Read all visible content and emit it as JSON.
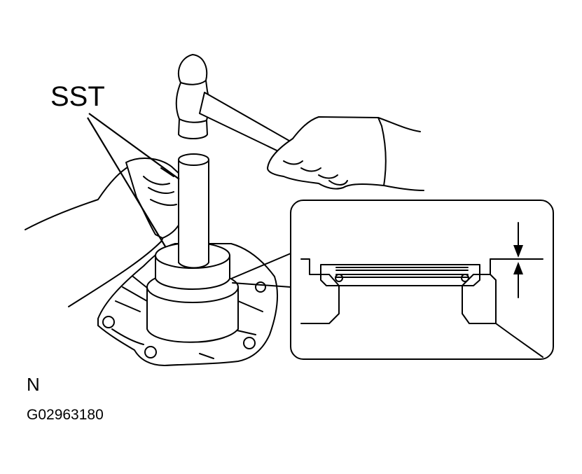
{
  "labels": {
    "sst": "SST",
    "direction": "N",
    "figure_id": "G02963180"
  }
}
